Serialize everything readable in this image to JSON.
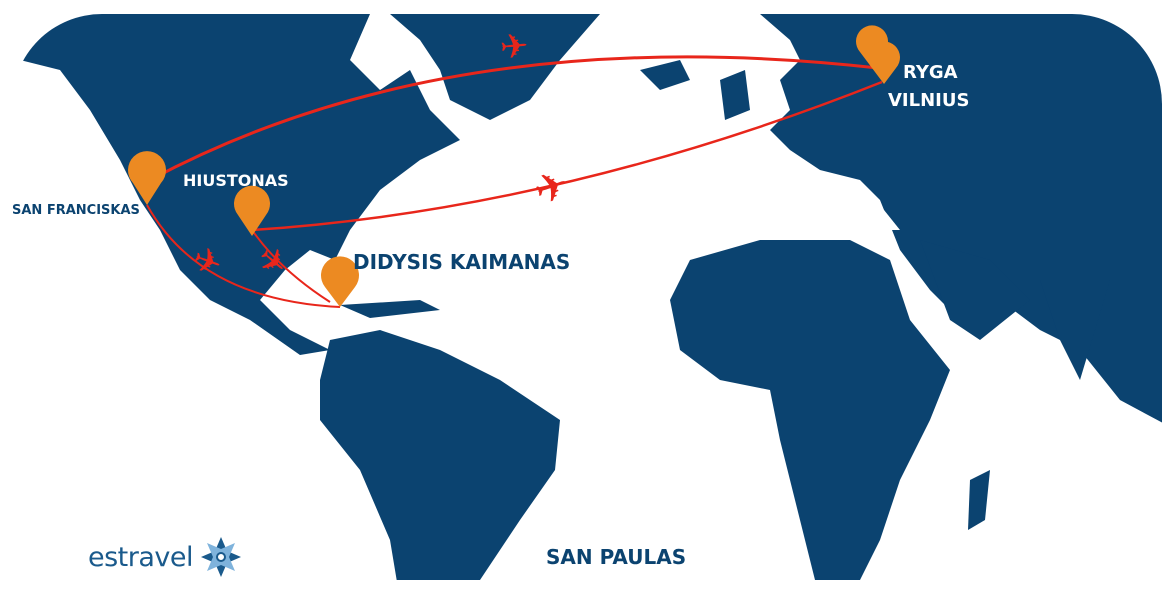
{
  "colors": {
    "land": "#0b4370",
    "ocean": "#ffffff",
    "route": "#e8261b",
    "pin": "#ec8a22"
  },
  "cities": [
    {
      "name": "SAN FRANCISKAS"
    },
    {
      "name": "HIUSTONAS"
    },
    {
      "name": "DIDYSIS KAIMANAS"
    },
    {
      "name": "RYGA"
    },
    {
      "name": "VILNIUS"
    },
    {
      "name": "SAN PAULAS"
    }
  ],
  "logo": {
    "text": "estravel"
  },
  "icons": {
    "plane": "airplane-icon",
    "pin": "map-pin-icon"
  }
}
